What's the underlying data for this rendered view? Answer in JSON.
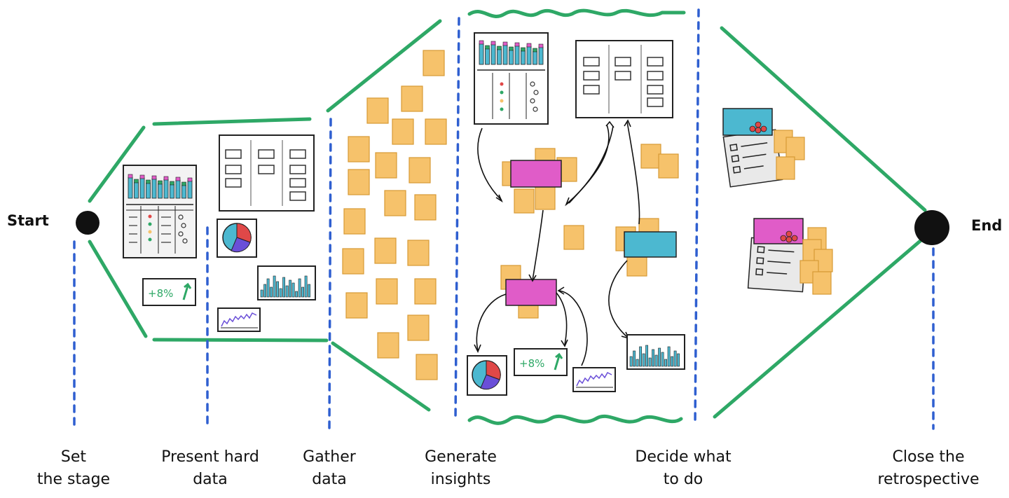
{
  "endpoints": {
    "start": "Start",
    "end": "End"
  },
  "stages": [
    {
      "id": "set-stage",
      "label": "Set\nthe stage"
    },
    {
      "id": "present-hard-data",
      "label": "Present hard\ndata"
    },
    {
      "id": "gather-data",
      "label": "Gather\ndata"
    },
    {
      "id": "generate-insights",
      "label": "Generate\ninsights"
    },
    {
      "id": "decide-what-to-do",
      "label": "Decide what\nto do"
    },
    {
      "id": "close-retrospective",
      "label": "Close the\nretrospective"
    }
  ],
  "metric_badge": "+8%",
  "colors": {
    "green": "#2ea866",
    "blue_dash": "#2f5fd0",
    "sticky": "#f6c26b",
    "sticky_edge": "#d79a36",
    "magenta": "#e05cc8",
    "teal": "#4cb8d0",
    "red": "#e04848",
    "purple": "#6a4fd8"
  }
}
